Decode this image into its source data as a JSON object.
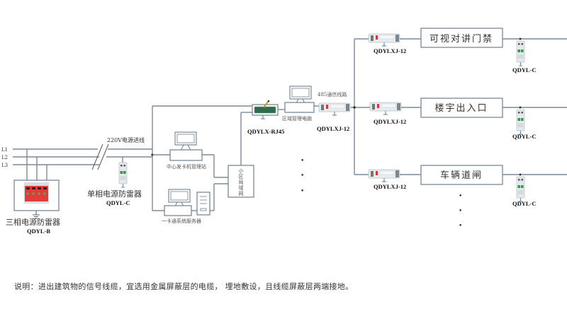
{
  "diagram": {
    "phase_lines": [
      "L1",
      "L2",
      "L3"
    ],
    "power_cable_label": "220V电源进线",
    "three_phase_spd": {
      "name": "三相电源防雷器",
      "model": "QDYL-B"
    },
    "single_phase_spd": {
      "name": "单相电源防雷器",
      "model": "QDYL-C"
    },
    "card_issuer_station": "中心发卡机管理站",
    "card_system_server": "一卡通系统服务器",
    "lan_box": "小区局域网",
    "lan_box_chars": [
      "小",
      "区",
      "局",
      "域",
      "网"
    ],
    "rj45_spd_model": "QDYLX-RJ45",
    "area_computer": "区域管理电脑",
    "rs485_label": "485通信线路",
    "rs485_spd_model": "QDYLXJ-12",
    "branches": [
      {
        "spd_model": "QDYLXJ-12",
        "subsystem": "可视对讲门禁",
        "power_spd_model": "QDYL-C"
      },
      {
        "spd_model": "QDYLXJ-12",
        "subsystem": "楼宇出入口",
        "power_spd_model": "QDYL-C"
      },
      {
        "spd_model": "QDYLXJ-12",
        "subsystem": "车辆道闸",
        "power_spd_model": "QDYL-C"
      }
    ],
    "ellipsis_marks": [
      "•",
      "•",
      "•"
    ],
    "note": "说明：进出建筑物的信号线缆，宜选用金属屏蔽层的电缆， 埋地敷设，且线缆屏蔽层两端接地。"
  }
}
